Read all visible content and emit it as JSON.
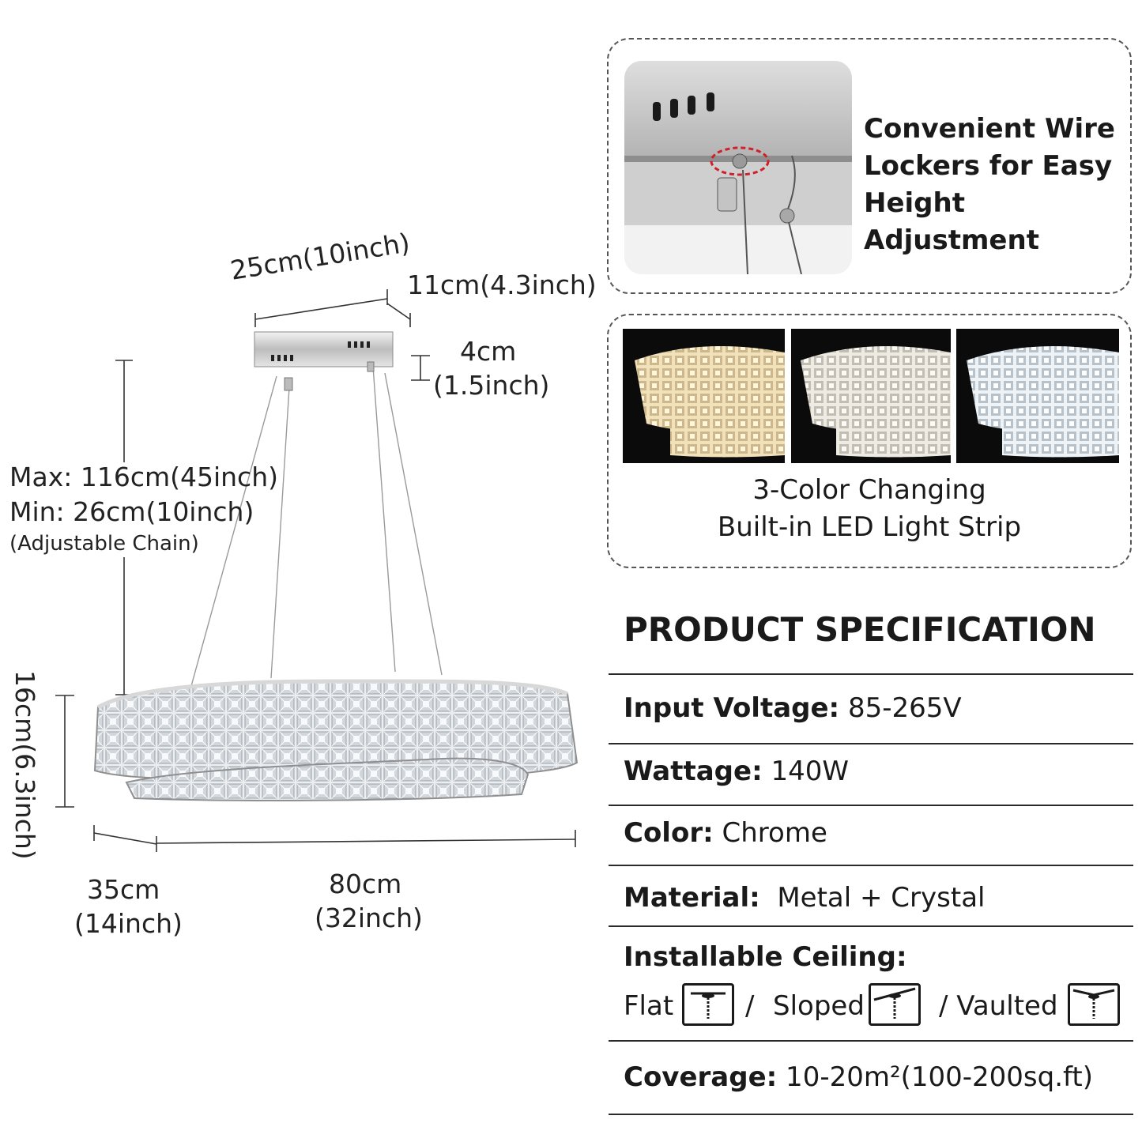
{
  "dimensions": {
    "canopy_length": "25cm(10inch)",
    "canopy_width": "11cm(4.3inch)",
    "canopy_height_cm": "4cm",
    "canopy_height_in": "(1.5inch)",
    "max_drop": "Max: 116cm(45inch)",
    "min_drop": "Min: 26cm(10inch)",
    "chain_note": "(Adjustable Chain)",
    "body_height": "16cm(6.3inch)",
    "body_depth_cm": "35cm",
    "body_depth_in": "(14inch)",
    "body_length_cm": "80cm",
    "body_length_in": "(32inch)"
  },
  "feature_wire": {
    "line1": "Convenient Wire",
    "line2": "Lockers for Easy",
    "line3": "Height Adjustment"
  },
  "feature_color": {
    "line1": "3-Color Changing",
    "line2": "Built-in LED Light Strip"
  },
  "spec": {
    "title": "PRODUCT SPECIFICATION",
    "voltage_label": "Input Voltage:",
    "voltage_value": " 85-265V",
    "wattage_label": "Wattage:",
    "wattage_value": " 140W",
    "color_label": "Color:",
    "color_value": " Chrome",
    "material_label": "Material:",
    "material_value": "  Metal + Crystal",
    "ceiling_label": "Installable Ceiling:",
    "flat": "Flat",
    "sep1": "/",
    "sloped": "Sloped",
    "sep2": "/ Vaulted",
    "coverage_label": "Coverage:",
    "coverage_value": " 10-20m²(100-200sq.ft)"
  },
  "colors": {
    "chrome": "#c8c8c8",
    "warm": "#e9d6ad",
    "neutral": "#e3e0d6",
    "cool": "#e6eef4"
  },
  "icons": [
    "flat-ceiling-icon",
    "sloped-ceiling-icon",
    "vaulted-ceiling-icon"
  ]
}
